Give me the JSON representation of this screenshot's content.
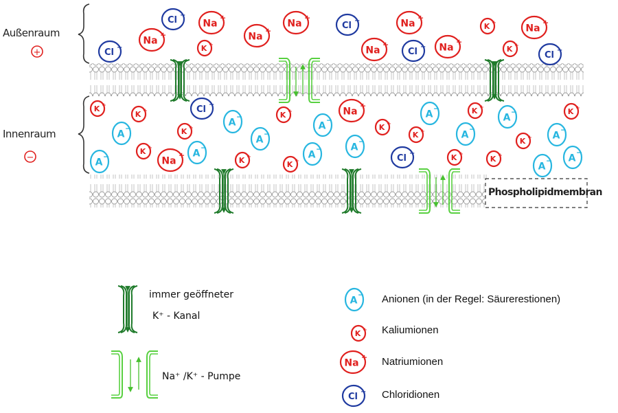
{
  "labels": {
    "outside": "Außenraum",
    "outside_sign": "+",
    "inside": "Innenraum",
    "inside_sign": "−",
    "membrane": "Phospholipidmembran"
  },
  "ion_text": {
    "anion": "A",
    "anion_charge": "−",
    "potassium": "K",
    "potassium_charge": "+",
    "sodium": "Na",
    "sodium_charge": "+",
    "chloride": "Cl",
    "chloride_charge": "−"
  },
  "legend": {
    "k_channel_line1": "immer geöffneter",
    "k_channel_line2": "K⁺ - Kanal",
    "pump": "Na⁺ /K⁺ - Pumpe",
    "anion": "Anionen (in der Regel: Säurerestionen)",
    "potassium": "Kaliumionen",
    "sodium": "Natriumionen",
    "chloride": "Chloridionen"
  },
  "colors": {
    "anion": "#27b6e0",
    "potassium": "#e0201e",
    "sodium": "#e0201e",
    "chloride": "#1f3aa0",
    "channel": "#1e7a2a",
    "pump": "#58d040",
    "membrane": "#9a9a9a"
  }
}
